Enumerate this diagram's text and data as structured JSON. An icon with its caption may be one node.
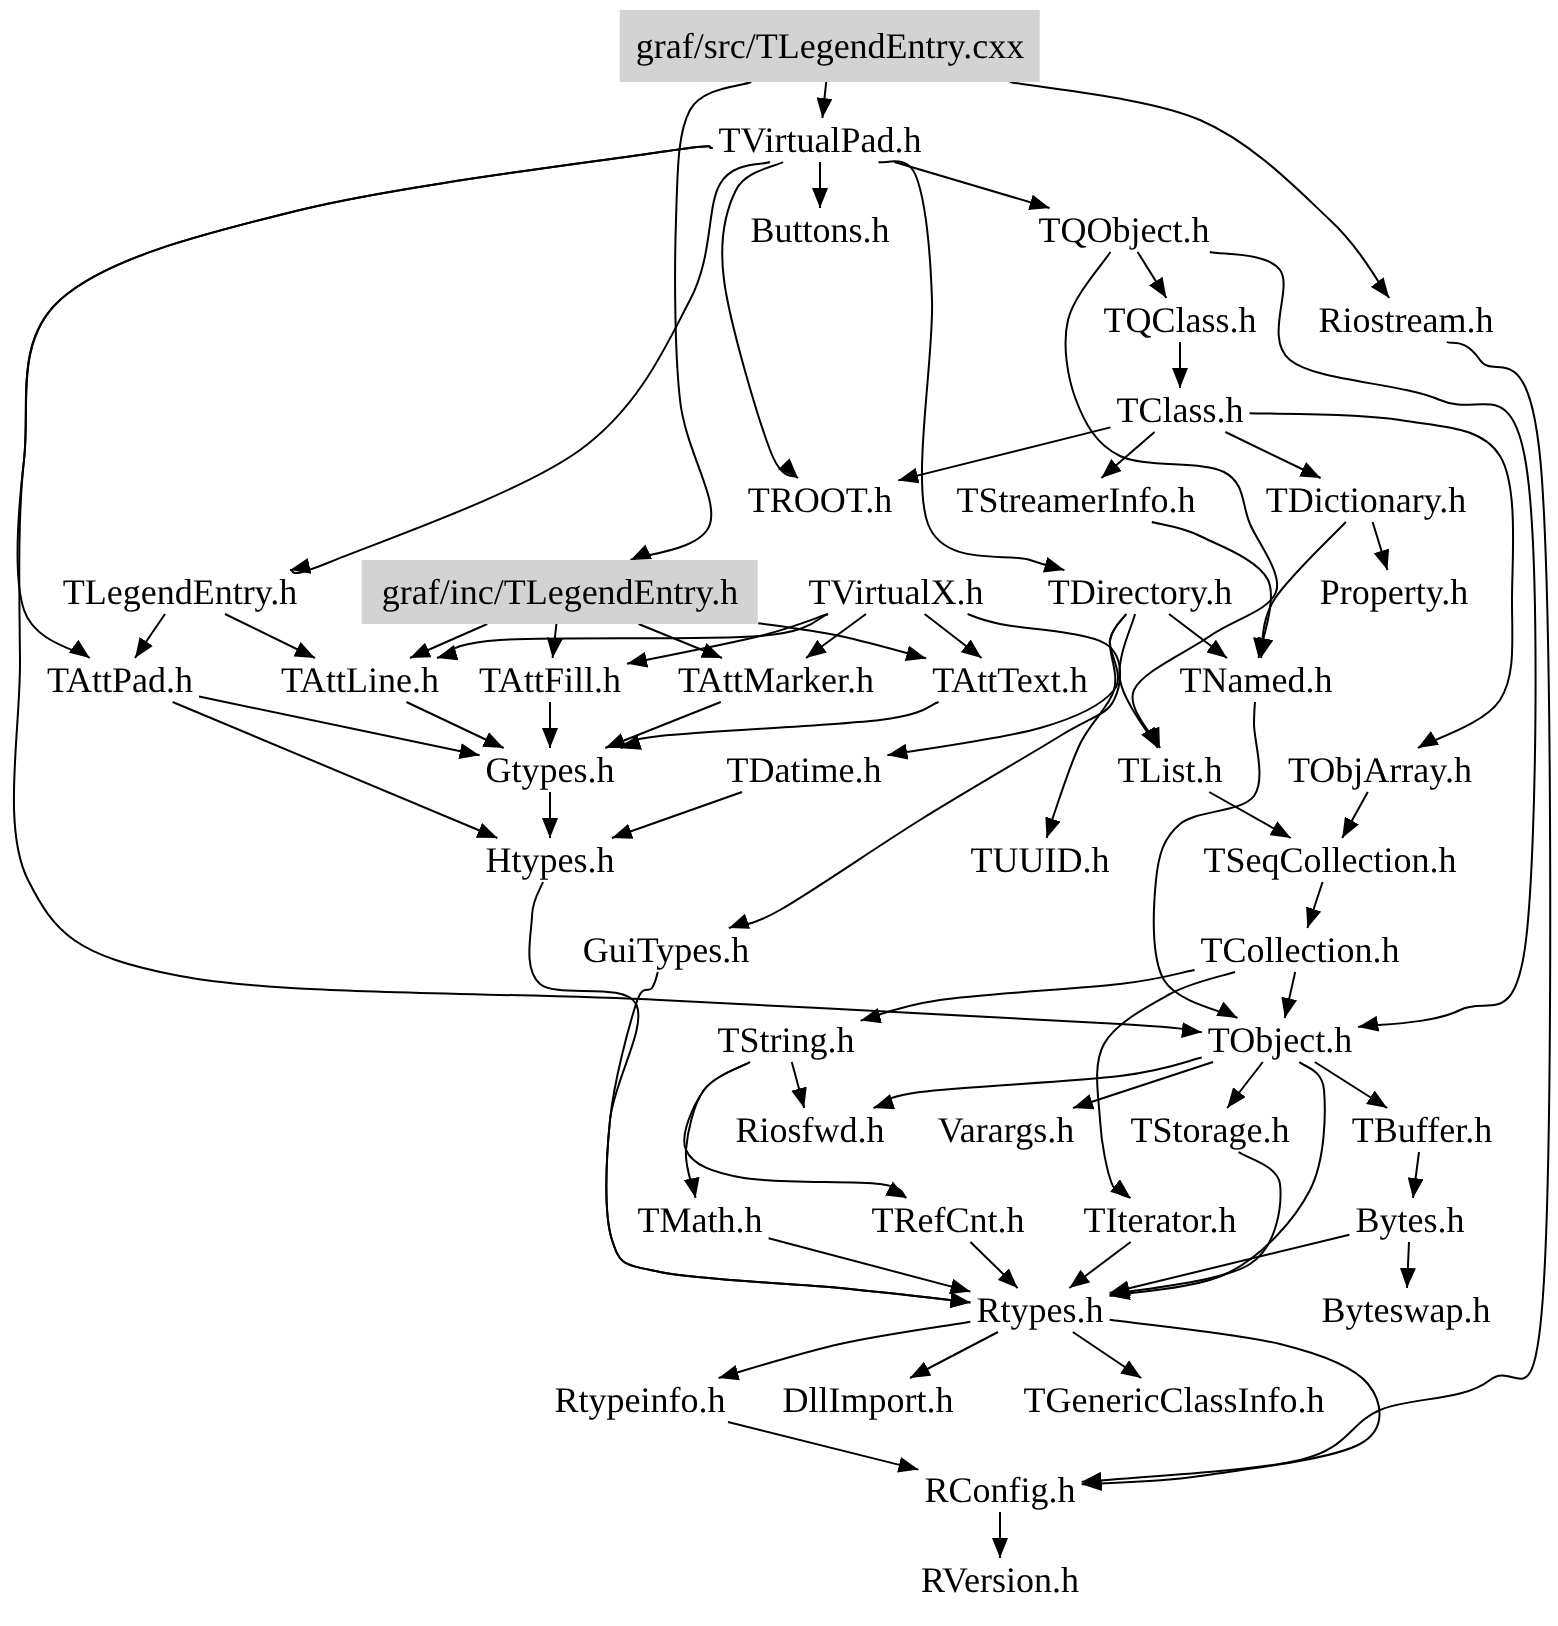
{
  "diagram": {
    "nodes": [
      {
        "text": [
          "graf/src/TLegendEntry.cxx"
        ]
      },
      {
        "text": [
          "TVirtualPad.h"
        ]
      },
      {
        "text": [
          "Buttons.h"
        ]
      },
      {
        "text": [
          "TQObject.h"
        ]
      },
      {
        "text": [
          "TQClass.h"
        ]
      },
      {
        "text": [
          "Riostream.h"
        ]
      },
      {
        "text": [
          "TClass.h"
        ]
      },
      {
        "text": [
          "TROOT.h"
        ]
      },
      {
        "text": [
          "TStreamerInfo.h"
        ]
      },
      {
        "text": [
          "TDictionary.h"
        ]
      },
      {
        "text": [
          "TLegendEntry.h"
        ]
      },
      {
        "text": [
          "graf/inc/TLegendEntry.h"
        ]
      },
      {
        "text": [
          "TVirtualX.h"
        ]
      },
      {
        "text": [
          "TDirectory.h"
        ]
      },
      {
        "text": [
          "Property.h"
        ]
      },
      {
        "text": [
          "TAttPad.h"
        ]
      },
      {
        "text": [
          "TAttLine.h"
        ]
      },
      {
        "text": [
          "TAttFill.h"
        ]
      },
      {
        "text": [
          "TAttMarker.h"
        ]
      },
      {
        "text": [
          "TAttText.h"
        ]
      },
      {
        "text": [
          "TNamed.h"
        ]
      },
      {
        "text": [
          "Gtypes.h"
        ]
      },
      {
        "text": [
          "TDatime.h"
        ]
      },
      {
        "text": [
          "TList.h"
        ]
      },
      {
        "text": [
          "TObjArray.h"
        ]
      },
      {
        "text": [
          "Htypes.h"
        ]
      },
      {
        "text": [
          "TUUID.h"
        ]
      },
      {
        "text": [
          "TSeqCollection.h"
        ]
      },
      {
        "text": [
          "GuiTypes.h"
        ]
      },
      {
        "text": [
          "TCollection.h"
        ]
      },
      {
        "text": [
          "TString.h"
        ]
      },
      {
        "text": [
          "TObject.h"
        ]
      },
      {
        "text": [
          "Riosfwd.h"
        ]
      },
      {
        "text": [
          "Varargs.h"
        ]
      },
      {
        "text": [
          "TStorage.h"
        ]
      },
      {
        "text": [
          "TBuffer.h"
        ]
      },
      {
        "text": [
          "TMath.h"
        ]
      },
      {
        "text": [
          "TRefCnt.h"
        ]
      },
      {
        "text": [
          "TIterator.h"
        ]
      },
      {
        "text": [
          "Bytes.h"
        ]
      },
      {
        "text": [
          "Rtypes.h"
        ]
      },
      {
        "text": [
          "Byteswap.h"
        ]
      },
      {
        "text": [
          "Rtypeinfo.h"
        ]
      },
      {
        "text": [
          "DllImport.h"
        ]
      },
      {
        "text": [
          "TGenericClassInfo.h"
        ]
      },
      {
        "text": [
          "RConfig.h"
        ]
      },
      {
        "text": [
          "RVersion.h"
        ]
      }
    ],
    "edges": [
      {
        "from": 0,
        "to": 1,
        "arrow": "to"
      },
      {
        "from": 0,
        "to": 5,
        "arrow": "to"
      },
      {
        "from": 0,
        "to": 11,
        "arrow": "to"
      },
      {
        "from": 1,
        "to": 10,
        "arrow": "to"
      },
      {
        "from": 1,
        "to": 7,
        "arrow": "to"
      },
      {
        "from": 1,
        "to": 2,
        "arrow": "to"
      },
      {
        "from": 1,
        "to": 3,
        "arrow": "to"
      },
      {
        "from": 1,
        "to": 15,
        "arrow": "to"
      },
      {
        "from": 1,
        "to": 31,
        "arrow": "to"
      },
      {
        "from": 1,
        "to": 13,
        "arrow": "to"
      },
      {
        "from": 3,
        "to": 4,
        "arrow": "to"
      },
      {
        "from": 4,
        "to": 6,
        "arrow": "to"
      },
      {
        "from": 6,
        "to": 7,
        "arrow": "to"
      },
      {
        "from": 6,
        "to": 8,
        "arrow": "to"
      },
      {
        "from": 6,
        "to": 9,
        "arrow": "to"
      },
      {
        "from": 6,
        "to": 24,
        "arrow": "to"
      },
      {
        "from": 5,
        "to": 45,
        "arrow": "to"
      },
      {
        "from": 9,
        "to": 14,
        "arrow": "to"
      },
      {
        "from": 9,
        "to": 20,
        "arrow": "to"
      },
      {
        "from": 8,
        "to": 20,
        "arrow": "to"
      },
      {
        "from": 3,
        "to": 23,
        "arrow": "to"
      },
      {
        "from": 13,
        "to": 20,
        "arrow": "to"
      },
      {
        "from": 13,
        "to": 23,
        "arrow": "to"
      },
      {
        "from": 13,
        "to": 22,
        "arrow": "to"
      },
      {
        "from": 13,
        "to": 26,
        "arrow": "to"
      },
      {
        "from": 10,
        "to": 15,
        "arrow": "to"
      },
      {
        "from": 10,
        "to": 16,
        "arrow": "to"
      },
      {
        "from": 11,
        "to": 16,
        "arrow": "to"
      },
      {
        "from": 11,
        "to": 17,
        "arrow": "to"
      },
      {
        "from": 11,
        "to": 18,
        "arrow": "to"
      },
      {
        "from": 11,
        "to": 19,
        "arrow": "to"
      },
      {
        "from": 12,
        "to": 16,
        "arrow": "to"
      },
      {
        "from": 12,
        "to": 17,
        "arrow": "to"
      },
      {
        "from": 12,
        "to": 18,
        "arrow": "to"
      },
      {
        "from": 12,
        "to": 19,
        "arrow": "to"
      },
      {
        "from": 12,
        "to": 28,
        "arrow": "to"
      },
      {
        "from": 15,
        "to": 21,
        "arrow": "to"
      },
      {
        "from": 15,
        "to": 25,
        "arrow": "to"
      },
      {
        "from": 16,
        "to": 21,
        "arrow": "to"
      },
      {
        "from": 17,
        "to": 21,
        "arrow": "to"
      },
      {
        "from": 18,
        "to": 21,
        "arrow": "to"
      },
      {
        "from": 19,
        "to": 21,
        "arrow": "to"
      },
      {
        "from": 21,
        "to": 25,
        "arrow": "to"
      },
      {
        "from": 22,
        "to": 25,
        "arrow": "to"
      },
      {
        "from": 23,
        "to": 27,
        "arrow": "to"
      },
      {
        "from": 24,
        "to": 27,
        "arrow": "to"
      },
      {
        "from": 27,
        "to": 29,
        "arrow": "to"
      },
      {
        "from": 29,
        "to": 31,
        "arrow": "to"
      },
      {
        "from": 29,
        "to": 30,
        "arrow": "to"
      },
      {
        "from": 29,
        "to": 38,
        "arrow": "to"
      },
      {
        "from": 20,
        "to": 31,
        "arrow": "to"
      },
      {
        "from": 30,
        "to": 32,
        "arrow": "to"
      },
      {
        "from": 31,
        "to": 32,
        "arrow": "to"
      },
      {
        "from": 31,
        "to": 33,
        "arrow": "to"
      },
      {
        "from": 31,
        "to": 34,
        "arrow": "to"
      },
      {
        "from": 31,
        "to": 35,
        "arrow": "to"
      },
      {
        "from": 31,
        "to": 40,
        "arrow": "to"
      },
      {
        "from": 30,
        "to": 36,
        "arrow": "to"
      },
      {
        "from": 30,
        "to": 37,
        "arrow": "to"
      },
      {
        "from": 34,
        "to": 40,
        "arrow": "to"
      },
      {
        "from": 35,
        "to": 39,
        "arrow": "to"
      },
      {
        "from": 39,
        "to": 40,
        "arrow": "to"
      },
      {
        "from": 39,
        "to": 41,
        "arrow": "to"
      },
      {
        "from": 36,
        "to": 40,
        "arrow": "to"
      },
      {
        "from": 37,
        "to": 40,
        "arrow": "to"
      },
      {
        "from": 38,
        "to": 40,
        "arrow": "to"
      },
      {
        "from": 25,
        "to": 40,
        "arrow": "to"
      },
      {
        "from": 28,
        "to": 40,
        "arrow": "to"
      },
      {
        "from": 40,
        "to": 42,
        "arrow": "to"
      },
      {
        "from": 40,
        "to": 43,
        "arrow": "to"
      },
      {
        "from": 40,
        "to": 44,
        "arrow": "to"
      },
      {
        "from": 40,
        "to": 45,
        "arrow": "to"
      },
      {
        "from": 42,
        "to": 45,
        "arrow": "to"
      },
      {
        "from": 45,
        "to": 46,
        "arrow": "to"
      },
      {
        "from": 3,
        "to": 31,
        "arrow": "to"
      }
    ]
  }
}
